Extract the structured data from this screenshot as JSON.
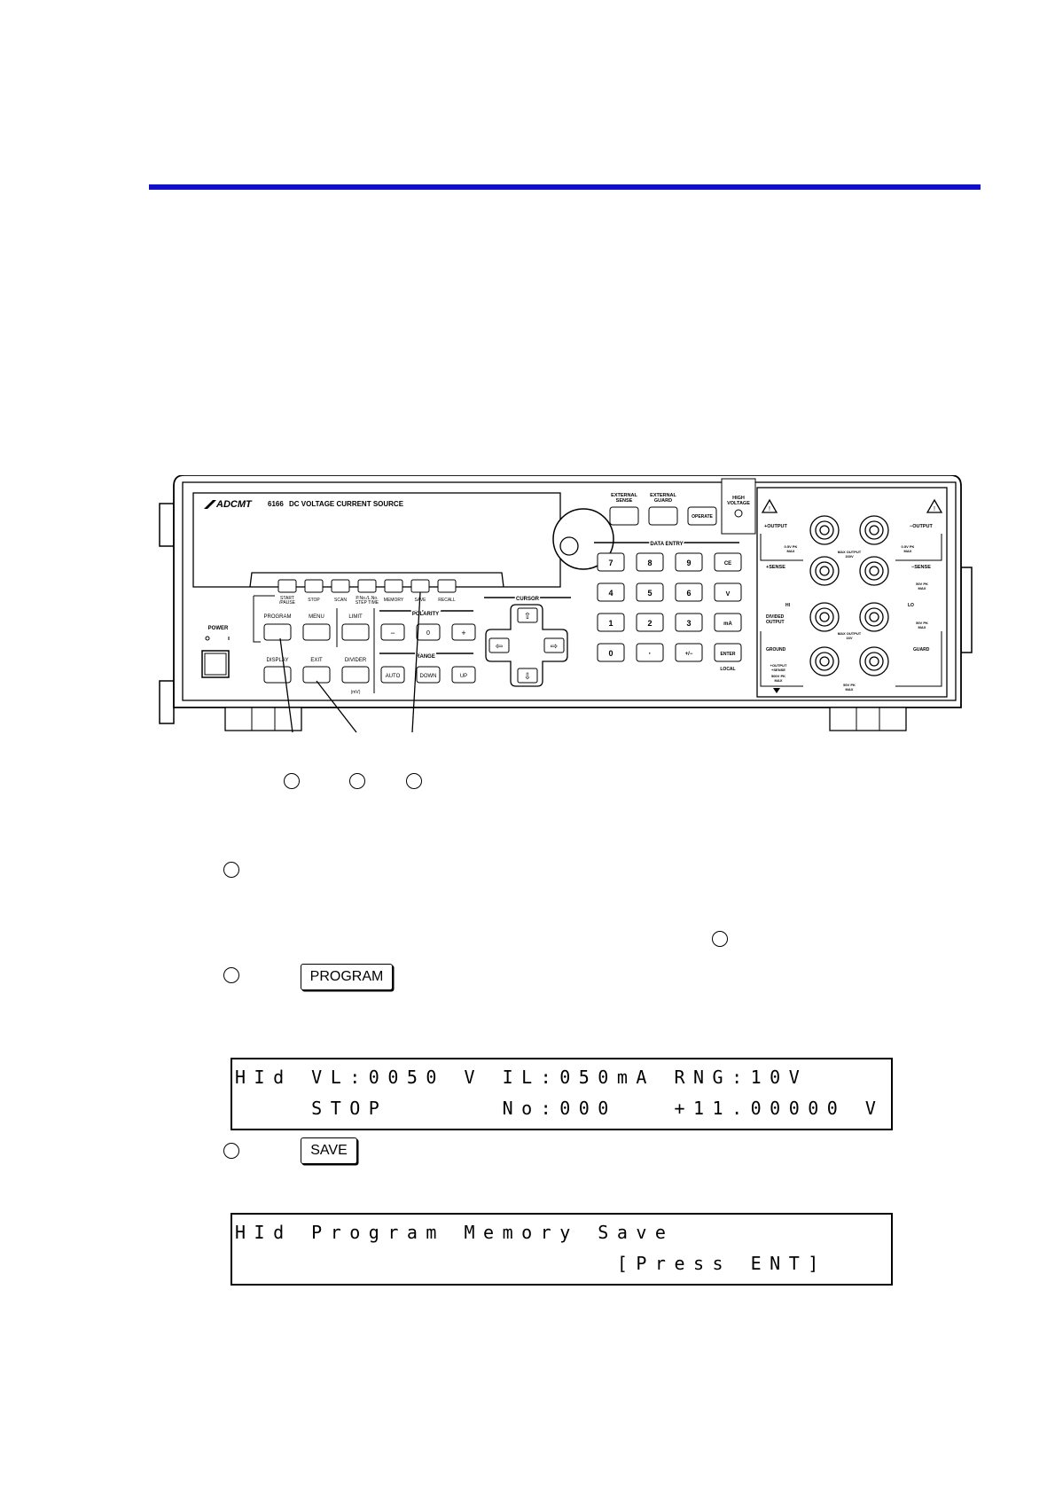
{
  "colors": {
    "header_rule": "#1010cc"
  },
  "instrument": {
    "brand": "ADCMT",
    "model": "6166",
    "name": "DC VOLTAGE CURRENT SOURCE",
    "power_label": "POWER",
    "program_keys": [
      "START\n/PAUSE",
      "STOP",
      "SCAN",
      "P.No./L.No.\nSTEP TIME",
      "MEMORY",
      "SAVE",
      "RECALL"
    ],
    "keys": {
      "program": "PROGRAM",
      "menu": "MENU",
      "limit": "LIMIT",
      "display": "DISPLAY",
      "exit": "EXIT",
      "divider": "DIVIDER",
      "divider_sub": "(mV)",
      "polarity": "POLARITY",
      "range": "RANGE",
      "minus": "−",
      "zero": "0",
      "plus": "+",
      "auto": "AUTO",
      "down": "DOWN",
      "up": "UP",
      "cursor": "CURSOR",
      "external_sense": "EXTERNAL\nSENSE",
      "external_guard": "EXTERNAL\nGUARD",
      "operate": "OPERATE",
      "high_voltage": "HIGH\nVOLTAGE",
      "data_entry": "DATA  ENTRY",
      "local": "LOCAL"
    },
    "keypad": [
      [
        "7",
        "8",
        "9",
        "CE"
      ],
      [
        "4",
        "5",
        "6",
        "V"
      ],
      [
        "1",
        "2",
        "3",
        "mA"
      ],
      [
        "0",
        "·",
        "+/−",
        "ENTER"
      ]
    ],
    "terminals": {
      "plus_output": "+OUTPUT",
      "minus_output": "−OUTPUT",
      "plus_sense": "+SENSE",
      "minus_sense": "−SENSE",
      "divided_output": "DIVIDED\nOUTPUT",
      "hi": "HI",
      "lo": "LO",
      "ground": "GROUND",
      "guard": "GUARD",
      "rating_05v": "0.5V PK\nMAX",
      "rating_50v": "50V PK\nMAX",
      "max_output_160v": "MAX  OUTPUT\n160V",
      "max_output_16v": "MAX  OUTPUT\n16V",
      "output_sense": "+OUTPUT\n+SENSE",
      "rating_500v": "500V PK\nMAX"
    }
  },
  "lcd_screens": [
    {
      "line1": "HId VL:0050 V IL:050mA RNG:10V",
      "line2": "    STOP      No:000   +11.00000 V"
    },
    {
      "line1": "HId Program Memory Save",
      "line2": "                    [Press ENT]"
    }
  ],
  "key_labels": {
    "program": "PROGRAM",
    "save": "SAVE"
  }
}
